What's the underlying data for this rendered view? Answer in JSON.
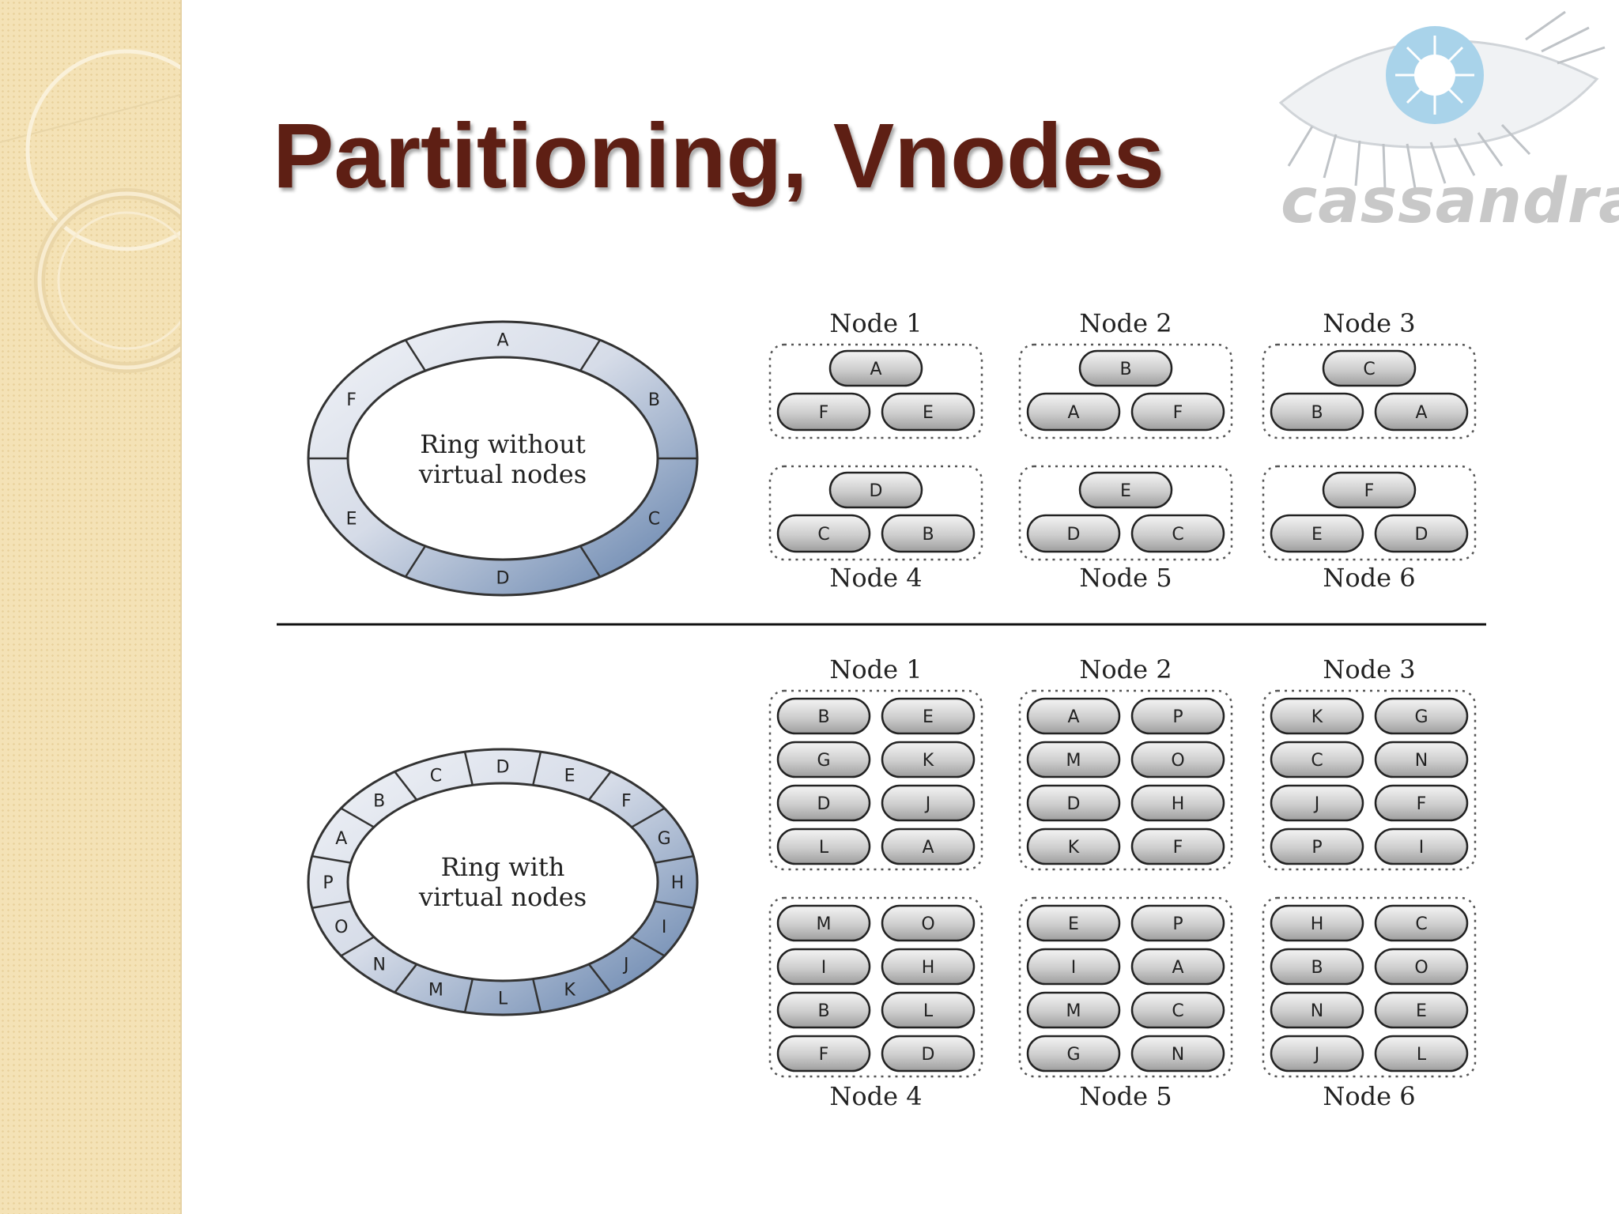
{
  "slide": {
    "title": "Partitioning, Vnodes"
  },
  "logo": {
    "text": "cassandra",
    "icon": "cassandra-eye-icon"
  },
  "colors": {
    "title": "#5e1f14",
    "sidebar": "#f4e2b6",
    "ring_light": "#eef1f6",
    "ring_dark": "#5f7fab",
    "pill": "#cfcfcf"
  },
  "top_section": {
    "ring": {
      "center_label": [
        "Ring without",
        "virtual nodes"
      ],
      "segments": [
        "A",
        "B",
        "C",
        "D",
        "E",
        "F"
      ]
    },
    "nodes": [
      {
        "label": "Node 1",
        "tokens": [
          "A",
          "F",
          "E"
        ]
      },
      {
        "label": "Node 2",
        "tokens": [
          "B",
          "A",
          "F"
        ]
      },
      {
        "label": "Node 3",
        "tokens": [
          "C",
          "B",
          "A"
        ]
      },
      {
        "label": "Node 4",
        "tokens": [
          "D",
          "C",
          "B"
        ]
      },
      {
        "label": "Node 5",
        "tokens": [
          "E",
          "D",
          "C"
        ]
      },
      {
        "label": "Node 6",
        "tokens": [
          "F",
          "E",
          "D"
        ]
      }
    ]
  },
  "bottom_section": {
    "ring": {
      "center_label": [
        "Ring with",
        "virtual nodes"
      ],
      "segments": [
        "A",
        "B",
        "C",
        "D",
        "E",
        "F",
        "G",
        "H",
        "I",
        "J",
        "K",
        "L",
        "M",
        "N",
        "O",
        "P"
      ]
    },
    "nodes": [
      {
        "label": "Node 1",
        "tokens": [
          "B",
          "E",
          "G",
          "K",
          "D",
          "J",
          "L",
          "A"
        ]
      },
      {
        "label": "Node 2",
        "tokens": [
          "A",
          "P",
          "M",
          "O",
          "D",
          "H",
          "K",
          "F"
        ]
      },
      {
        "label": "Node 3",
        "tokens": [
          "K",
          "G",
          "C",
          "N",
          "J",
          "F",
          "P",
          "I"
        ]
      },
      {
        "label": "Node 4",
        "tokens": [
          "M",
          "O",
          "I",
          "H",
          "B",
          "L",
          "F",
          "D"
        ]
      },
      {
        "label": "Node 5",
        "tokens": [
          "E",
          "P",
          "I",
          "A",
          "M",
          "C",
          "G",
          "N"
        ]
      },
      {
        "label": "Node 6",
        "tokens": [
          "H",
          "C",
          "B",
          "O",
          "N",
          "E",
          "J",
          "L"
        ]
      }
    ]
  }
}
